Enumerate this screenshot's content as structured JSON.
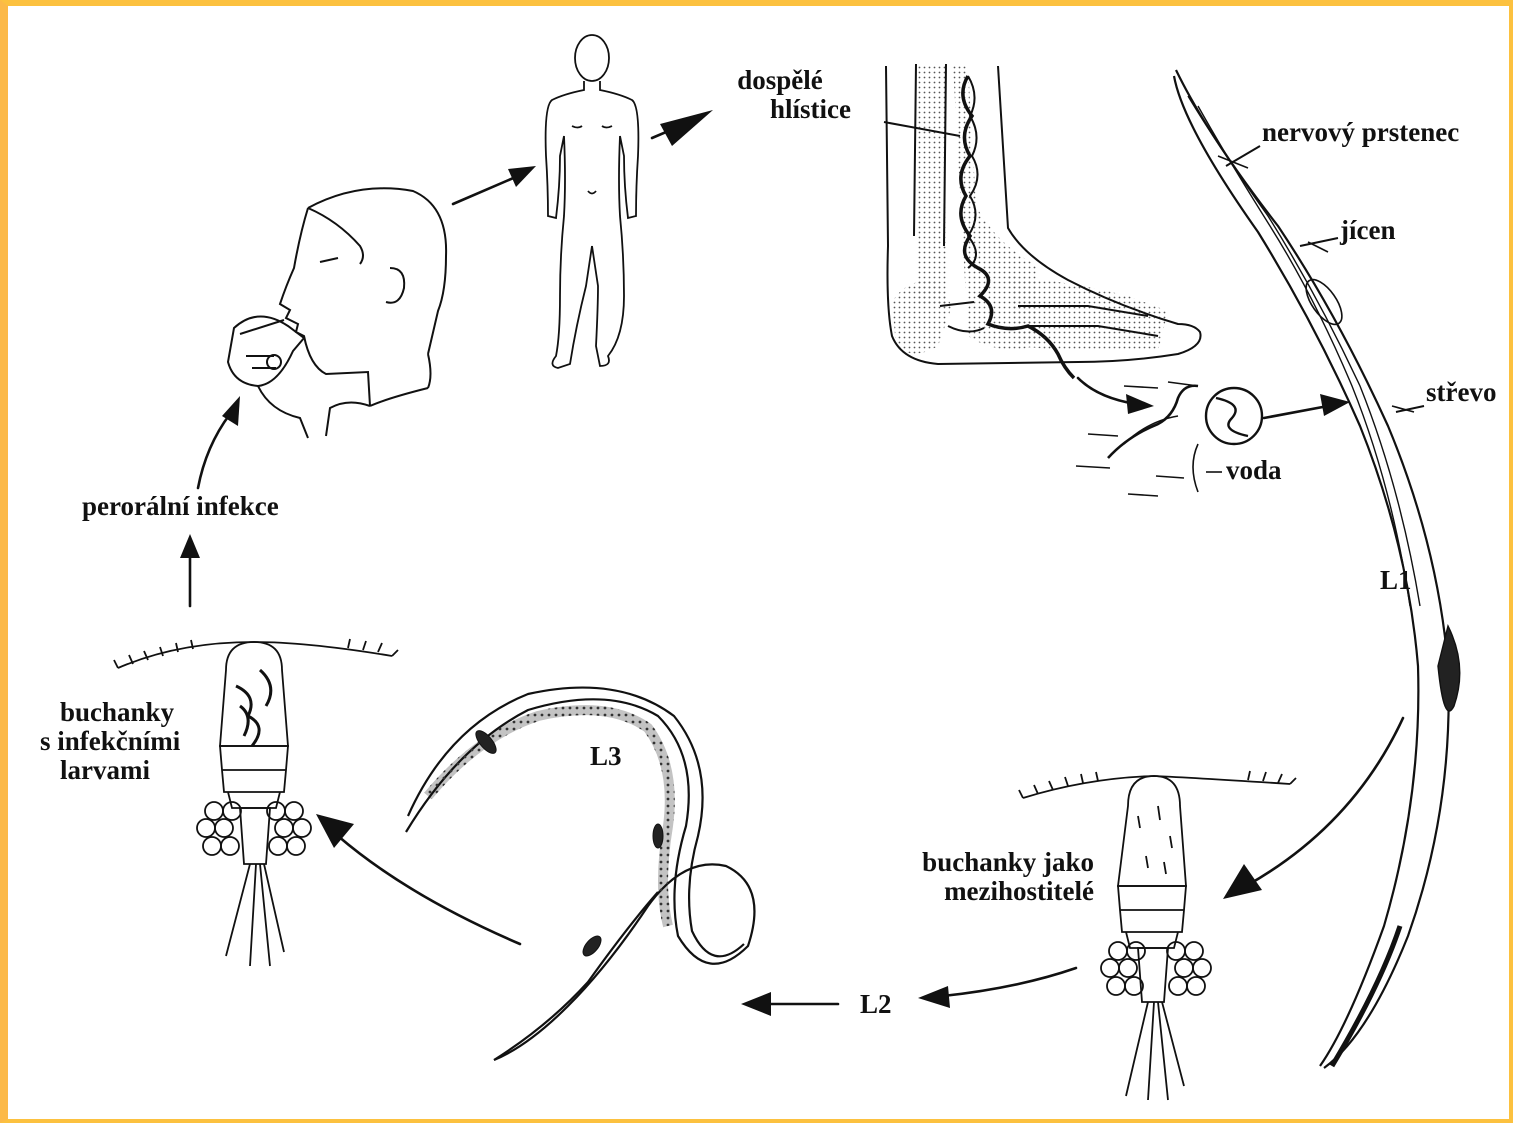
{
  "frame": {
    "top_color": "#fcc13f",
    "left_color": "#fcb948"
  },
  "labels": {
    "adult_worms_line1": "dospělé",
    "adult_worms_line2": "hlístice",
    "nerve_ring": "nervový prstenec",
    "esophagus": "jícen",
    "intestine": "střevo",
    "water": "voda",
    "stage_l1": "L1",
    "intermediate_host_line1": "buchanky jako",
    "intermediate_host_line2": "mezihostitelé",
    "stage_l2": "L2",
    "stage_l3": "L3",
    "infected_copepods_line1": "buchanky",
    "infected_copepods_line2": "s infekčními",
    "infected_copepods_line3": "larvami",
    "oral_infection": "perorální infekce"
  },
  "icons": [
    "drinking-man-illustration",
    "human-figure-illustration",
    "foot-leg-illustration",
    "l1-larva-illustration",
    "copepod-illustration",
    "l3-larva-illustration",
    "infected-copepod-illustration",
    "water-worm-illustration"
  ]
}
